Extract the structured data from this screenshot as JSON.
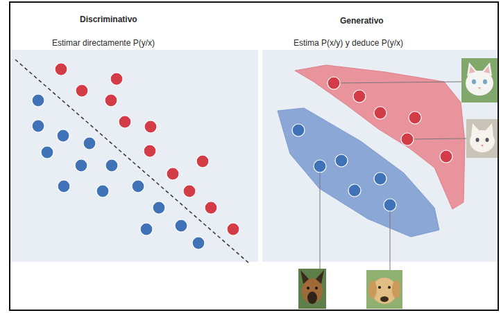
{
  "diagram": {
    "nodes": [
      {
        "text": [
          "Discriminativo",
          "Estimar directamente P(y/x)"
        ]
      },
      {
        "text": [
          "Generativo",
          "Estima P(x/y) y deduce P(y/x)"
        ]
      }
    ]
  }
}
